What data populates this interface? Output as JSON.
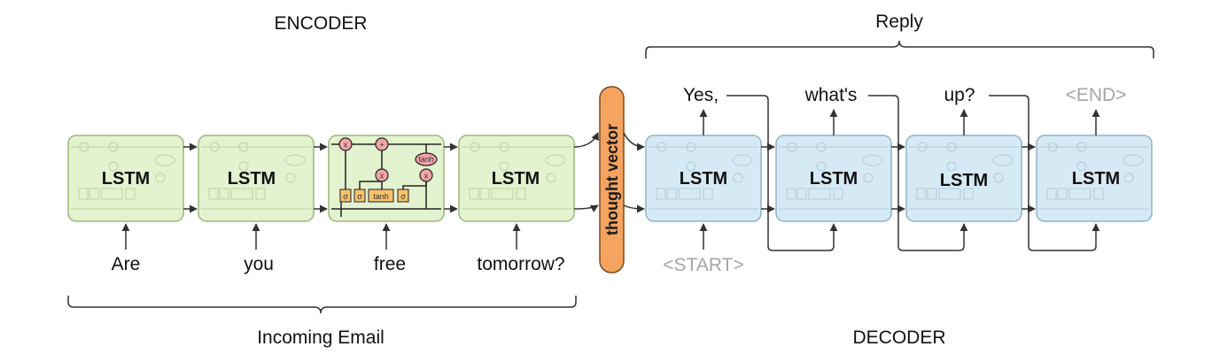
{
  "headers": {
    "encoder": "ENCODER",
    "reply": "Reply",
    "incoming_email": "Incoming Email",
    "decoder": "DECODER"
  },
  "cell_label": "LSTM",
  "thought_vector": "thought vector",
  "encoder_inputs": [
    "Are",
    "you",
    "free",
    "tomorrow?"
  ],
  "decoder_start": "<START>",
  "decoder_outputs": [
    "Yes,",
    "what's",
    "up?",
    "<END>"
  ],
  "gate_labels": {
    "sigma": "σ",
    "tanh": "tanh",
    "times": "x",
    "plus": "+"
  },
  "colors": {
    "encoder_fill": "#e3f2cf",
    "encoder_stroke": "#9bb87a",
    "decoder_fill": "#d6eaf5",
    "decoder_stroke": "#8fb4c9",
    "thought_vector_fill": "#f4a460",
    "gate_fill": "#f5c16c",
    "pointwise_fill": "#f1a6a6",
    "grey_text": "#a6a6a6"
  }
}
